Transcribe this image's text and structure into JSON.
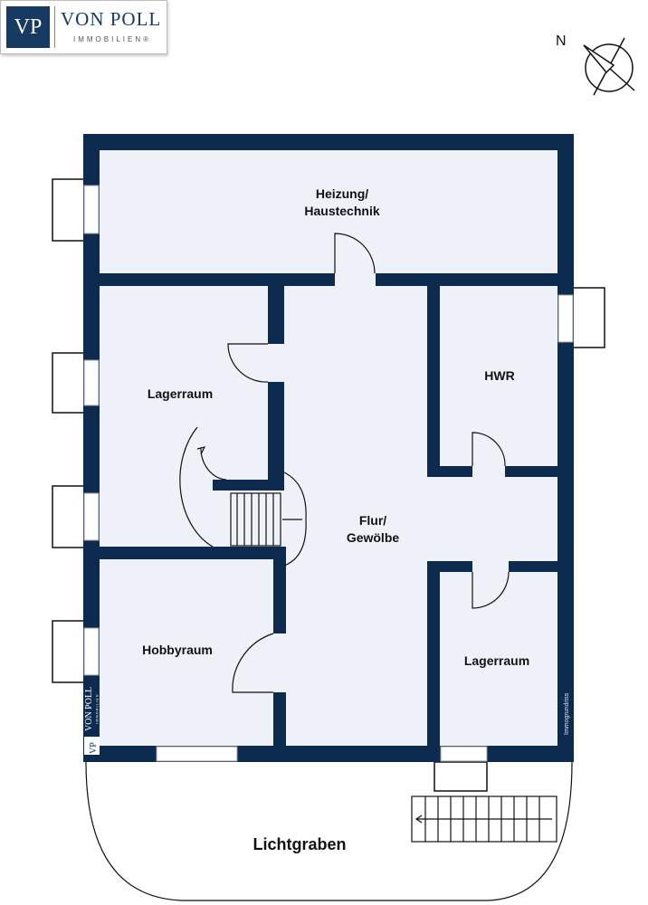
{
  "logo": {
    "mark": "VP",
    "name": "VON POLL",
    "sub": "IMMOBILIEN®"
  },
  "compass": {
    "label": "N"
  },
  "rooms": {
    "heizung": [
      "Heizung/",
      "Haustechnik"
    ],
    "lager1": "Lagerraum",
    "hwr": "HWR",
    "flur": [
      "Flur/",
      "Gewölbe"
    ],
    "hobby": "Hobbyraum",
    "lager2": "Lagerraum",
    "lichtgraben": "Lichtgraben"
  },
  "watermark": {
    "mark": "VP",
    "name": "VON POLL",
    "sub": "IMMOBILIEN"
  },
  "credit": "Immogrundriss",
  "colors": {
    "wall": "#0d2b4e",
    "floor": "#eef1f7"
  }
}
